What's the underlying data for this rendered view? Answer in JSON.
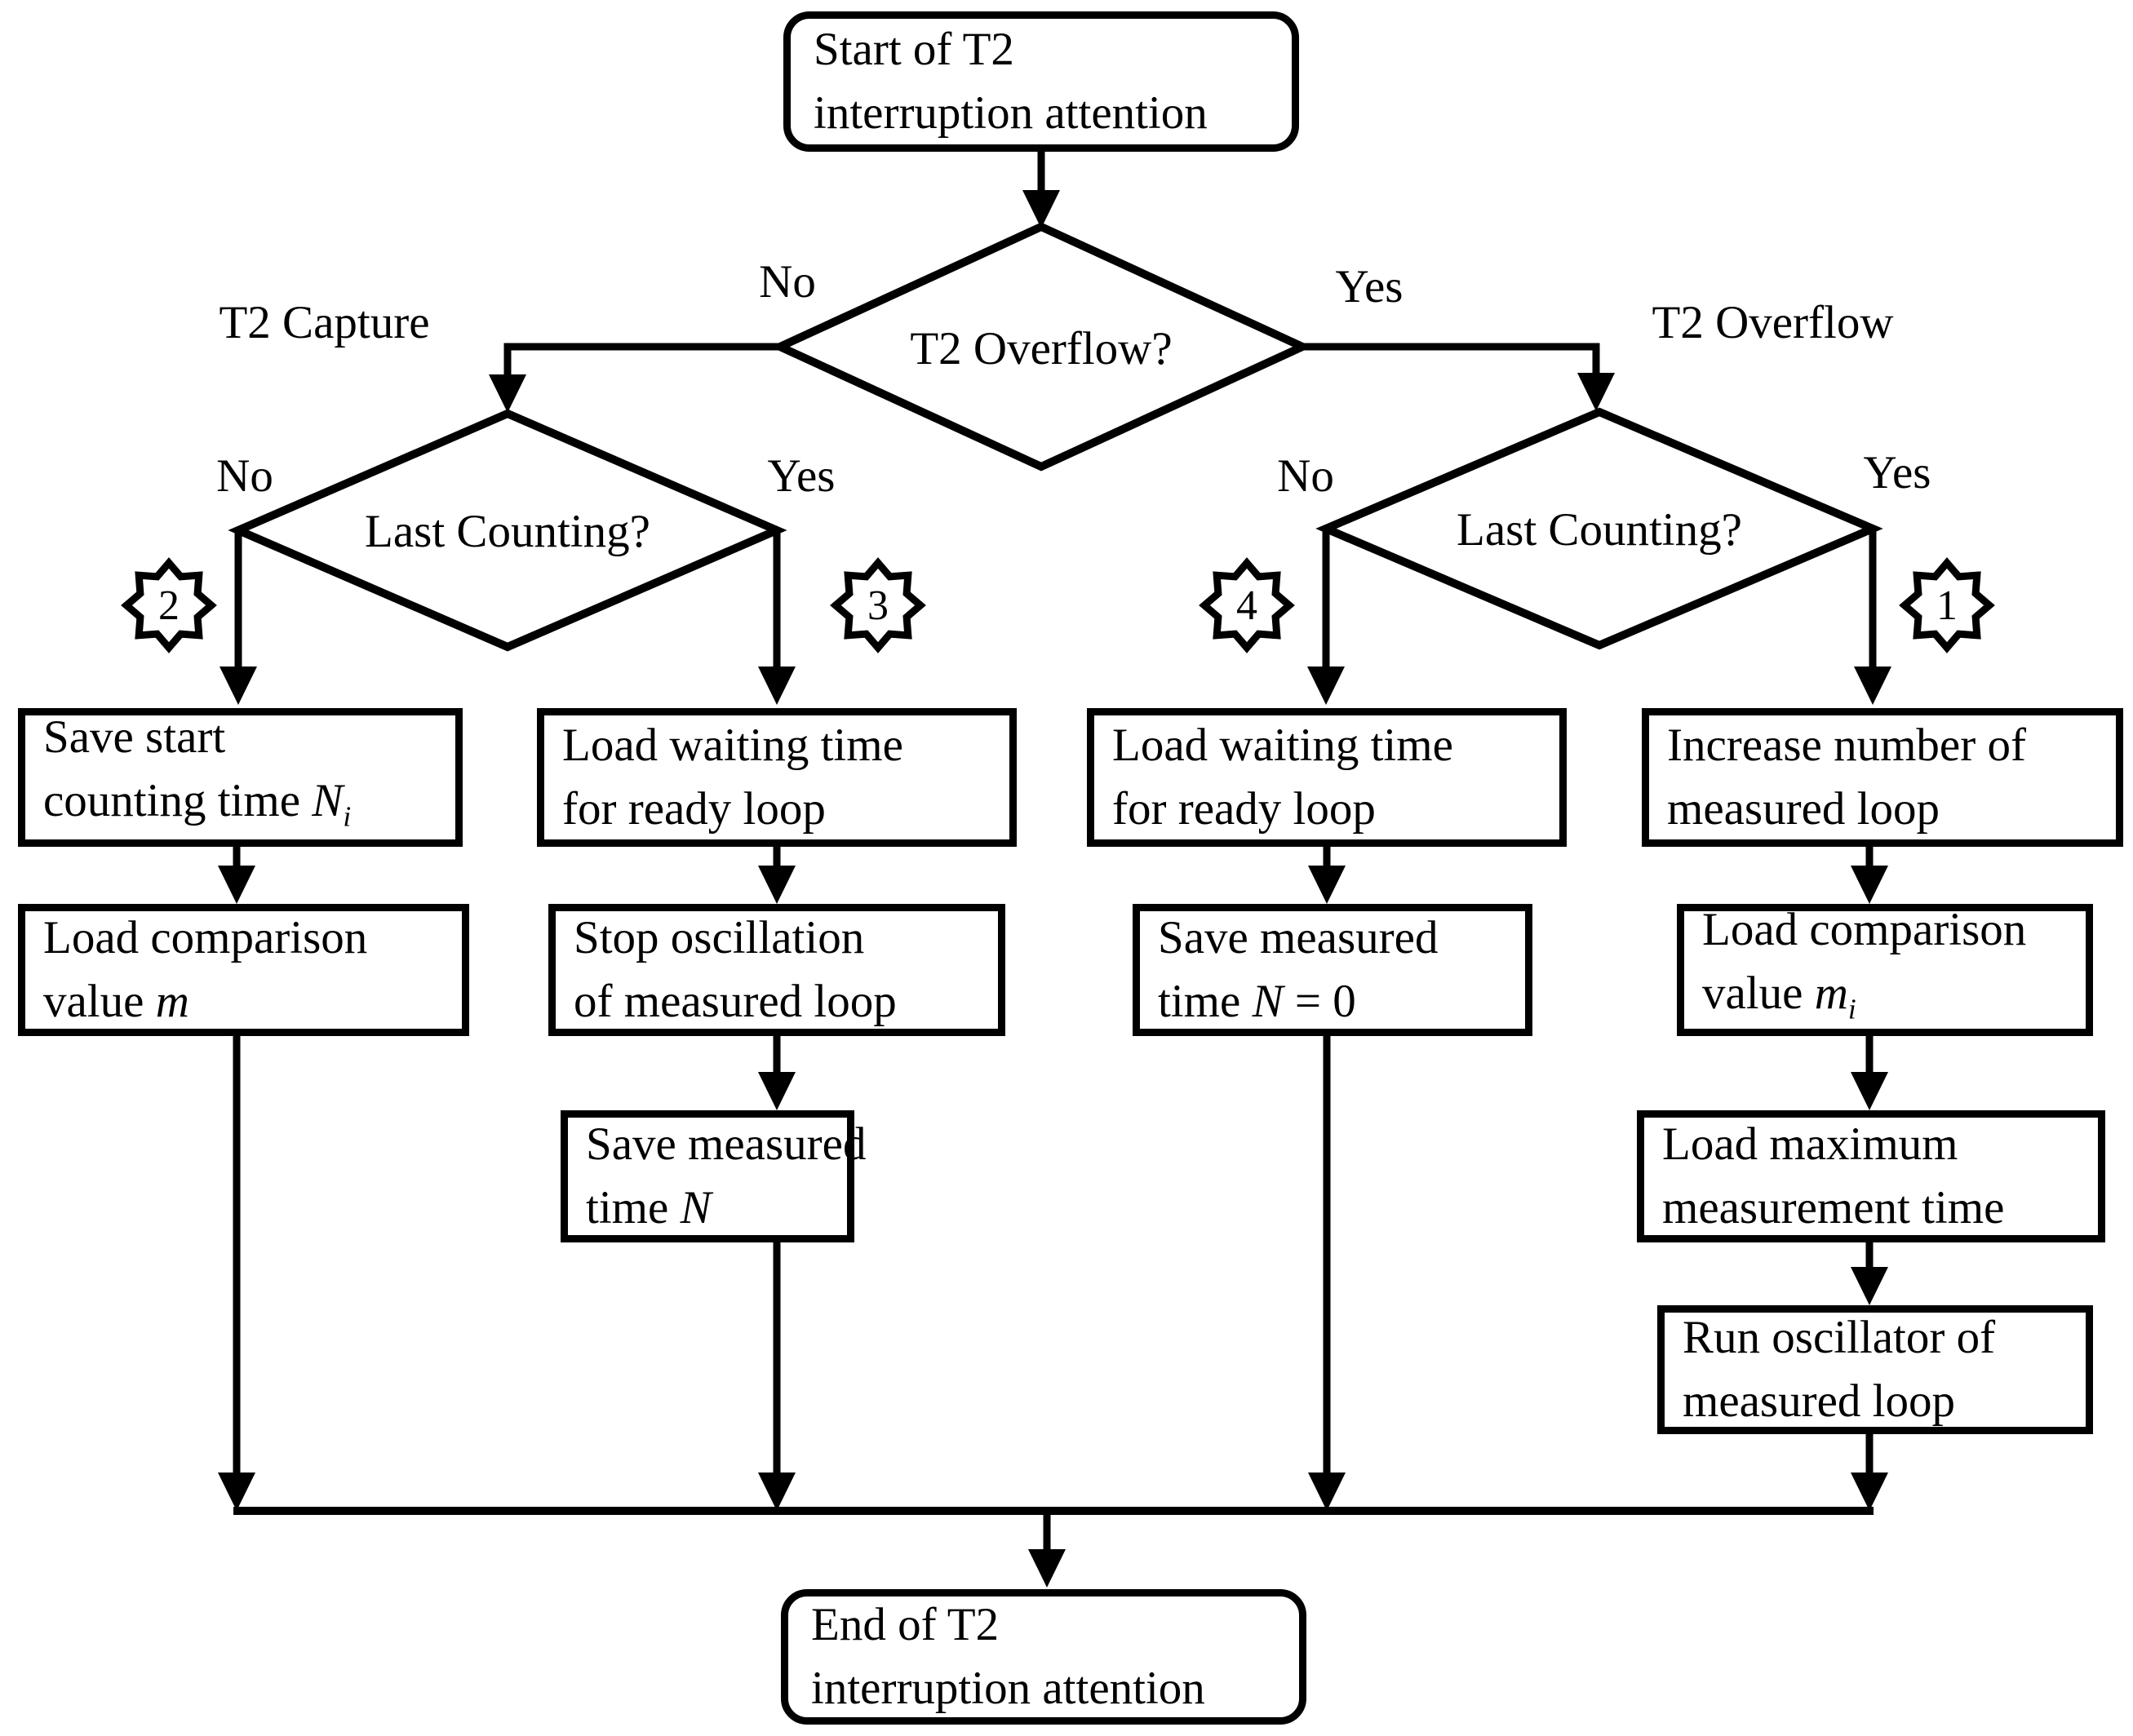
{
  "fc": {
    "start": {
      "lines": [
        [
          {
            "t": "Start of T2"
          }
        ],
        [
          {
            "t": "interruption attention"
          }
        ]
      ]
    },
    "end": {
      "lines": [
        [
          {
            "t": "End of T2"
          }
        ],
        [
          {
            "t": "interruption attention"
          }
        ]
      ]
    },
    "d1": {
      "text": "T2 Overflow?",
      "no": "No",
      "yes": "Yes"
    },
    "d2": {
      "text": "Last Counting?",
      "no": "No",
      "yes": "Yes"
    },
    "d3": {
      "text": "Last Counting?",
      "no": "No",
      "yes": "Yes"
    },
    "branch_labels": {
      "capture": "T2 Capture",
      "overflow": "T2 Overflow"
    },
    "badges": {
      "capture_no": "2",
      "capture_yes": "3",
      "overflow_no": "4",
      "overflow_yes": "1"
    },
    "boxes": {
      "save_start": {
        "lines": [
          [
            {
              "t": "Save start"
            }
          ],
          [
            {
              "t": "counting time "
            },
            {
              "t": "N",
              "math": true
            },
            {
              "t": "i",
              "math": true,
              "sub": true
            }
          ]
        ]
      },
      "load_waiting_left": {
        "lines": [
          [
            {
              "t": "Load waiting time"
            }
          ],
          [
            {
              "t": "for ready loop"
            }
          ]
        ]
      },
      "load_waiting_right": {
        "lines": [
          [
            {
              "t": "Load waiting time"
            }
          ],
          [
            {
              "t": "for ready loop"
            }
          ]
        ]
      },
      "increase_number": {
        "lines": [
          [
            {
              "t": "Increase number of"
            }
          ],
          [
            {
              "t": "measured loop"
            }
          ]
        ]
      },
      "load_comparison_m": {
        "lines": [
          [
            {
              "t": "Load comparison"
            }
          ],
          [
            {
              "t": "value "
            },
            {
              "t": "m",
              "math": true
            }
          ]
        ]
      },
      "stop_oscillation": {
        "lines": [
          [
            {
              "t": "Stop oscillation"
            }
          ],
          [
            {
              "t": "of measured loop"
            }
          ]
        ]
      },
      "save_measured_n0": {
        "lines": [
          [
            {
              "t": "Save measured"
            }
          ],
          [
            {
              "t": "time "
            },
            {
              "t": "N",
              "math": true
            },
            {
              "t": " = 0"
            }
          ]
        ]
      },
      "load_comparison_mi": {
        "lines": [
          [
            {
              "t": "Load comparison"
            }
          ],
          [
            {
              "t": "value "
            },
            {
              "t": "m",
              "math": true
            },
            {
              "t": "i",
              "math": true,
              "sub": true
            }
          ]
        ]
      },
      "save_measured_n": {
        "lines": [
          [
            {
              "t": "Save measured"
            }
          ],
          [
            {
              "t": "time "
            },
            {
              "t": "N",
              "math": true
            }
          ]
        ]
      },
      "load_maximum": {
        "lines": [
          [
            {
              "t": "Load maximum"
            }
          ],
          [
            {
              "t": "measurement time"
            }
          ]
        ]
      },
      "run_oscillator": {
        "lines": [
          [
            {
              "t": "Run oscillator of"
            }
          ],
          [
            {
              "t": "measured loop"
            }
          ]
        ]
      }
    }
  }
}
